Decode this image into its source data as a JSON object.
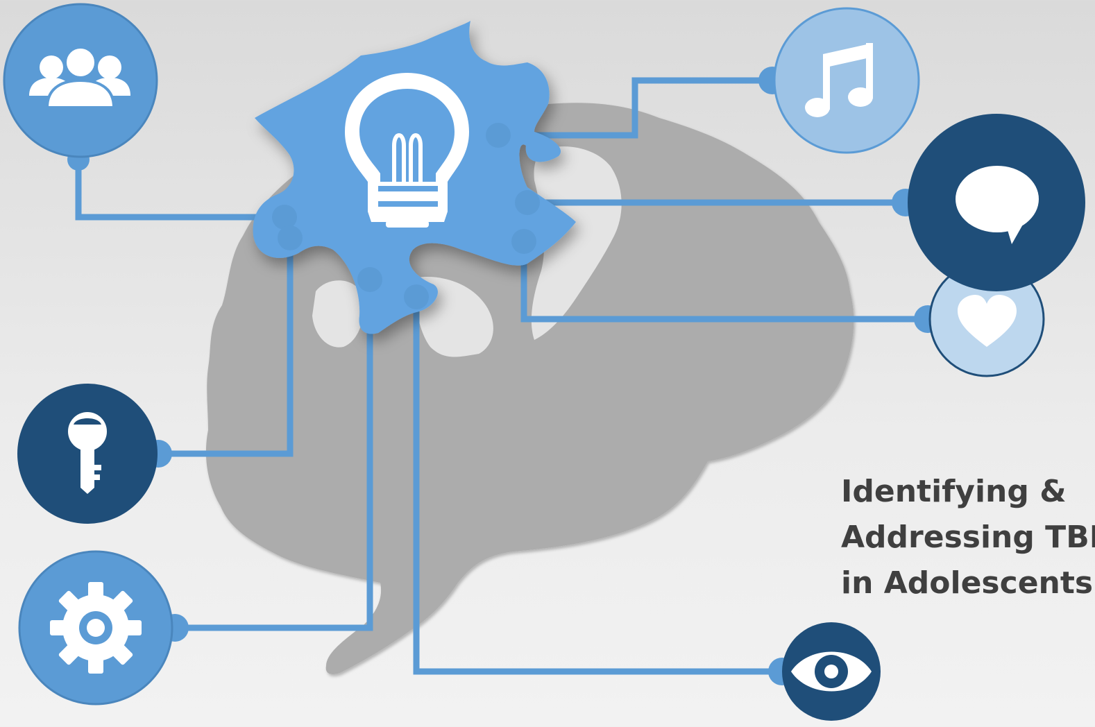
{
  "title": {
    "line1": "Identifying &",
    "line2": "Addressing TBIs",
    "line3": "in Adolescents"
  },
  "icons": [
    {
      "name": "people-icon",
      "circle_color": "#5b9bd5"
    },
    {
      "name": "music-note-icon",
      "circle_color": "#9dc3e6"
    },
    {
      "name": "speech-bubble-icon",
      "circle_color": "#1f4e79"
    },
    {
      "name": "heart-icon",
      "circle_color": "#bdd7ee"
    },
    {
      "name": "key-icon",
      "circle_color": "#1f4e79"
    },
    {
      "name": "gear-icon",
      "circle_color": "#5b9bd5"
    },
    {
      "name": "eye-icon",
      "circle_color": "#1f4e79"
    }
  ],
  "center": {
    "name": "lightbulb-icon",
    "piece_color": "#62a3e0"
  },
  "colors": {
    "brain": "#acacac",
    "connector": "#5b9bd5",
    "dark_blue": "#1f4e79",
    "mid_blue": "#5b9bd5",
    "light_blue": "#9dc3e6",
    "pale_blue": "#bdd7ee",
    "title_text": "#3f3f3f"
  }
}
